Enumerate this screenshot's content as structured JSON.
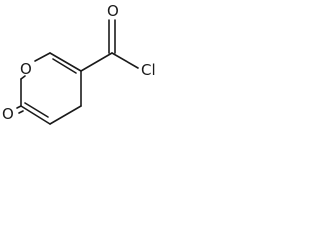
{
  "structure": {
    "atoms": {
      "ring_oxygen": "O",
      "carbonyl_oxygen_top": "O",
      "carbonyl_oxygen_bottom": "O",
      "chlorine": "Cl"
    }
  }
}
